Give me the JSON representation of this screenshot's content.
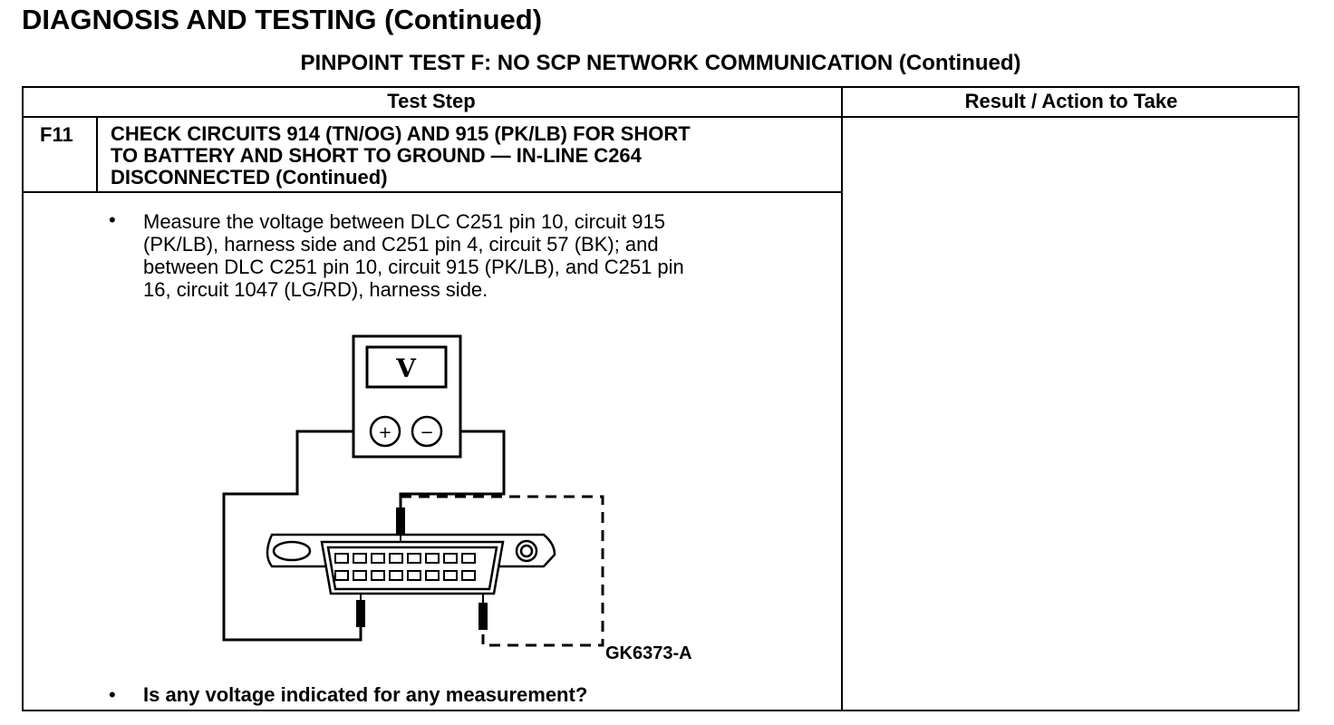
{
  "header": {
    "title": "DIAGNOSIS AND TESTING (Continued)",
    "subtitle": "PINPOINT TEST F: NO SCP NETWORK COMMUNICATION (Continued)"
  },
  "table": {
    "col_test_step": "Test Step",
    "col_result": "Result / Action to Take",
    "step": {
      "id": "F11",
      "title_lines": [
        "CHECK CIRCUITS 914 (TN/OG) AND 915 (PK/LB) FOR SHORT",
        "TO BATTERY AND SHORT TO GROUND — IN-LINE C264",
        "DISCONNECTED (Continued)"
      ],
      "instruction_lines": [
        "Measure the voltage between DLC C251 pin 10, circuit 915",
        "(PK/LB), harness side and C251 pin 4, circuit 57 (BK); and",
        "between DLC C251 pin 10, circuit 915 (PK/LB), and C251 pin",
        "16, circuit 1047 (LG/RD), harness side."
      ],
      "question": "Is any voltage indicated for any measurement?"
    }
  },
  "figure": {
    "meter_label": "V",
    "plus": "+",
    "minus": "−",
    "figure_id": "GK6373-A"
  }
}
